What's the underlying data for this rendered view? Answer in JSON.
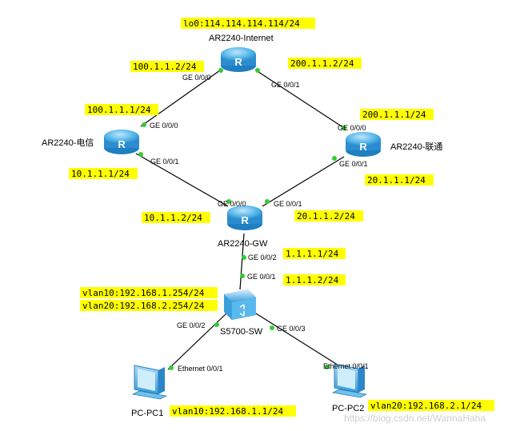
{
  "devices": {
    "internet": {
      "name": "AR2240-Internet",
      "icon": "router-icon"
    },
    "telecom": {
      "name": "AR2240-电信",
      "icon": "router-icon"
    },
    "unicom": {
      "name": "AR2240-联通",
      "icon": "router-icon"
    },
    "gw": {
      "name": "AR2240-GW",
      "icon": "router-icon"
    },
    "sw": {
      "name": "S5700-SW",
      "icon": "switch-icon"
    },
    "pc1": {
      "name": "PC-PC1",
      "icon": "pc-icon"
    },
    "pc2": {
      "name": "PC-PC2",
      "icon": "pc-icon"
    }
  },
  "ports": {
    "internet_ge000": "GE 0/0/0",
    "internet_ge001": "GE 0/0/1",
    "telecom_ge000": "GE 0/0/0",
    "telecom_ge001": "GE 0/0/1",
    "unicom_ge000": "GE 0/0/0",
    "unicom_ge001": "GE 0/0/1",
    "gw_ge000": "GE 0/0/0",
    "gw_ge001": "GE 0/0/1",
    "gw_ge002": "GE 0/0/2",
    "sw_ge001": "GE 0/0/1",
    "sw_ge002": "GE 0/0/2",
    "sw_ge003": "GE 0/0/3",
    "pc1_eth": "Ethernet 0/0/1",
    "pc2_eth": "Ethernet 0/0/1"
  },
  "addresses": {
    "internet_lo0": "lo0:114.114.114.114/24",
    "internet_ge000": "100.1.1.2/24",
    "internet_ge001": "200.1.1.2/24",
    "telecom_ge000": "100.1.1.1/24",
    "telecom_ge001": "10.1.1.1/24",
    "unicom_ge000": "200.1.1.1/24",
    "unicom_ge001": "20.1.1.1/24",
    "gw_ge000": "10.1.1.2/24",
    "gw_ge001": "20.1.1.2/24",
    "gw_ge002": "1.1.1.1/24",
    "sw_ge001": "1.1.1.2/24",
    "sw_vlan10": "vlan10:192.168.1.254/24",
    "sw_vlan20": "vlan20:192.168.2.254/24",
    "pc1_ip": "vlan10:192.168.1.1/24",
    "pc2_ip": "vlan20:192.168.2.1/24"
  },
  "watermark": "https://blog.csdn.net/WannaHaha",
  "colors": {
    "label_bg": "#ffff00",
    "router": "#4fb3e8",
    "switch": "#45aee6",
    "port_dot": "#33cc33"
  }
}
